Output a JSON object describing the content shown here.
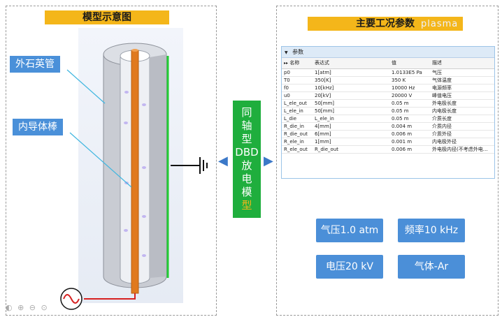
{
  "left_panel": {
    "title": "模型示意图",
    "labels": {
      "outer": "外石英管",
      "inner": "内导体棒"
    }
  },
  "right_panel": {
    "title": "主要工况参数",
    "watermark": "plasma"
  },
  "center_block": {
    "chars": [
      "同",
      "轴",
      "型",
      "DBD",
      "放",
      "电",
      "模",
      "型"
    ]
  },
  "params": {
    "section_title": "参数",
    "columns": [
      "名称",
      "表达式",
      "值",
      "描述"
    ],
    "rows": [
      [
        "p0",
        "1[atm]",
        "1.0133E5 Pa",
        "气压"
      ],
      [
        "T0",
        "350[K]",
        "350 K",
        "气体温度"
      ],
      [
        "f0",
        "10[kHz]",
        "10000 Hz",
        "电源频率"
      ],
      [
        "u0",
        "20[kV]",
        "20000 V",
        "峰值电压"
      ],
      [
        "L_ele_out",
        "50[mm]",
        "0.05 m",
        "外电极长度"
      ],
      [
        "L_ele_in",
        "50[mm]",
        "0.05 m",
        "内电极长度"
      ],
      [
        "L_die",
        "L_ele_in",
        "0.05 m",
        "介质长度"
      ],
      [
        "R_die_in",
        "4[mm]",
        "0.004 m",
        "介质内径"
      ],
      [
        "R_die_out",
        "6[mm]",
        "0.006 m",
        "介质外径"
      ],
      [
        "R_ele_in",
        "1[mm]",
        "0.001 m",
        "内电极外径"
      ],
      [
        "R_ele_out",
        "R_die_out",
        "0.006 m",
        "外电极内径(不考虑外电…"
      ]
    ]
  },
  "summary": {
    "pressure": "气压1.0 atm",
    "frequency": "频率10 kHz",
    "voltage": "电压20 kV",
    "gas": "气体-Ar"
  },
  "colors": {
    "title_bg": "#f4b61a",
    "label_bg": "#4a90d9",
    "center_bg": "#1fae3d",
    "button_bg": "#4b8fd8",
    "electrode": "#e07a1f",
    "ground_edge": "#22cc33",
    "wire": "#d62020"
  }
}
